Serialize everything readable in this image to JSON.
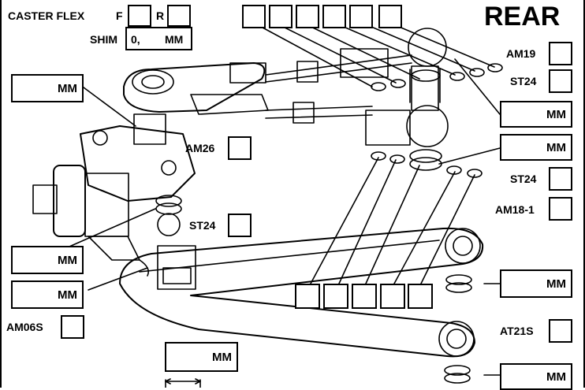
{
  "header": {
    "title": "REAR",
    "caster_label": "CASTER FLEX",
    "front_label": "F",
    "rear_label": "R",
    "shim_label": "SHIM",
    "shim_value": "0,",
    "shim_unit": "MM"
  },
  "unit": "MM",
  "parts": {
    "am19": "AM19",
    "st24_a": "ST24",
    "am26": "AM26",
    "st24_b": "ST24",
    "am18": "AM18-1",
    "st24_c": "ST24",
    "am06s": "AM06S",
    "at21s": "AT21S"
  }
}
